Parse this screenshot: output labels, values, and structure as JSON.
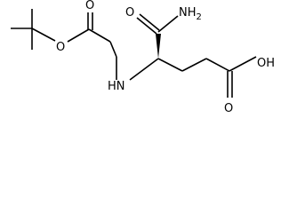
{
  "molecule": {
    "atoms": {
      "amide_o": "O",
      "amide_nh2": "NH2",
      "carbamate_o_ester": "O",
      "carbamate_o_carbonyl": "O",
      "nh": "HN",
      "acid_oh": "OH",
      "acid_o": "O"
    }
  },
  "colors": {
    "ink": "#000000",
    "background": "#ffffff"
  }
}
